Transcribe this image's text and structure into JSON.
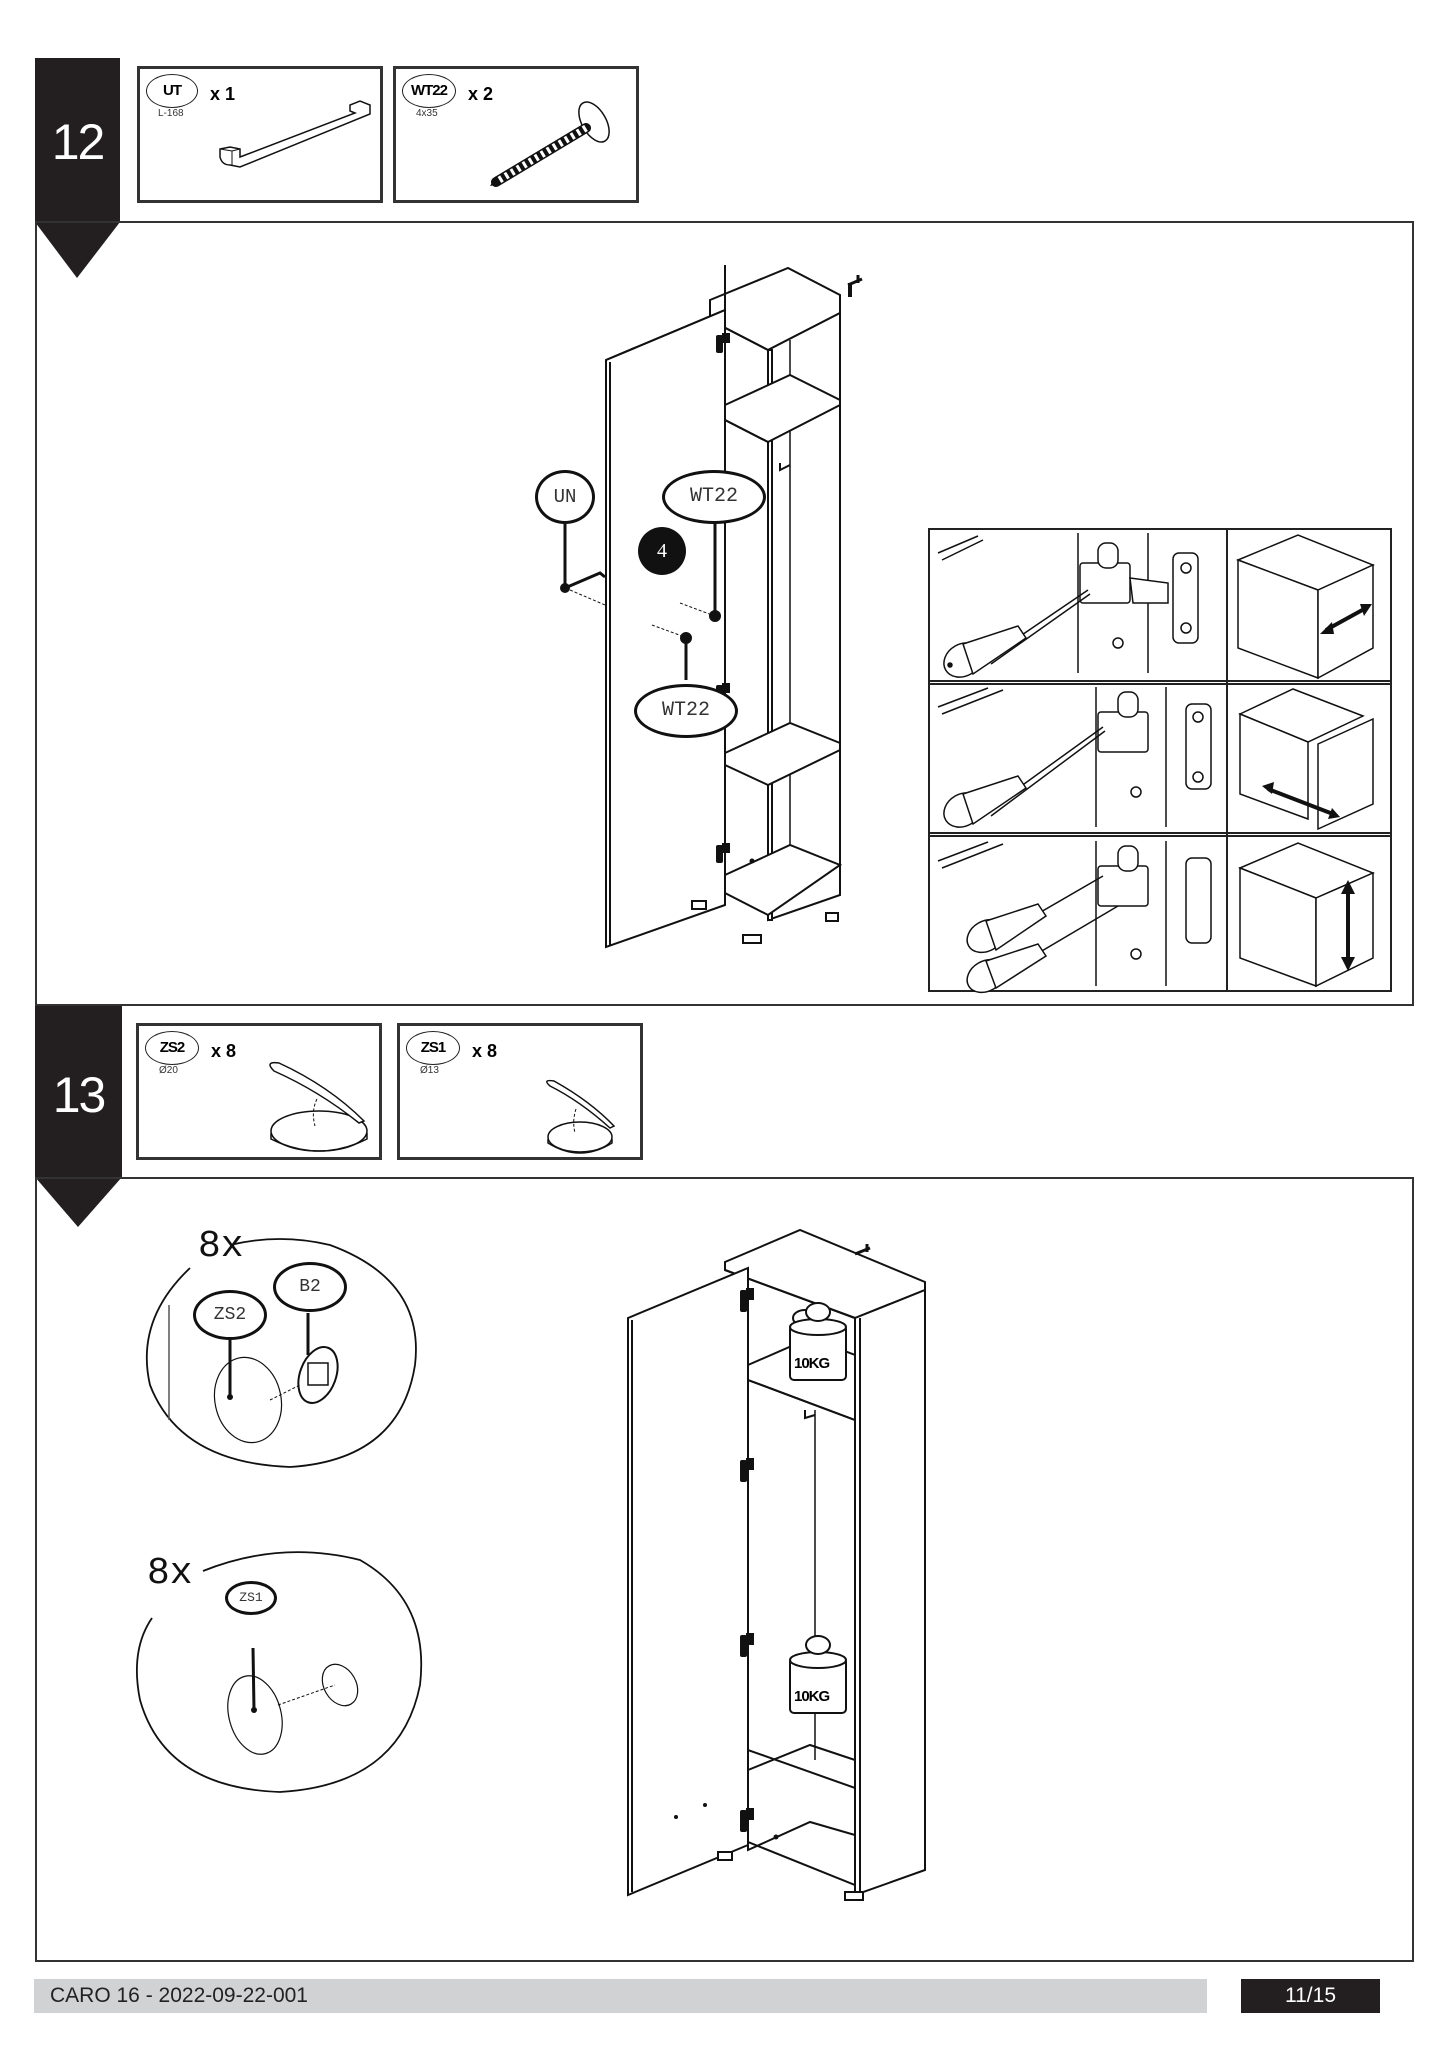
{
  "steps": [
    {
      "number": "12",
      "parts": [
        {
          "id": "UT",
          "spec": "L-168",
          "qty": "x 1",
          "icon": "handle-icon"
        },
        {
          "id": "WT22",
          "spec": "4x35",
          "qty": "x 2",
          "icon": "screw-icon"
        }
      ],
      "callouts": {
        "handle": "UN",
        "screw_top": "WT22",
        "screw_bottom": "WT22",
        "badge": "4"
      },
      "hinge_adjustment": [
        {
          "direction": "horizontal",
          "icon": "double-arrow-horizontal-icon"
        },
        {
          "direction": "depth",
          "icon": "double-arrow-diagonal-icon"
        },
        {
          "direction": "vertical",
          "icon": "double-arrow-vertical-icon"
        }
      ]
    },
    {
      "number": "13",
      "parts": [
        {
          "id": "ZS2",
          "spec": "Ø20",
          "qty": "x 8",
          "icon": "cover-cap-icon"
        },
        {
          "id": "ZS1",
          "spec": "Ø13",
          "qty": "x 8",
          "icon": "cover-cap-icon"
        }
      ],
      "details": [
        {
          "multiplier": "8x",
          "labels": [
            "ZS2",
            "B2"
          ]
        },
        {
          "multiplier": "8x",
          "labels": [
            "ZS1"
          ]
        }
      ],
      "weights": [
        "10KG",
        "10KG"
      ]
    }
  ],
  "footer": {
    "document": "CARO 16 - 2022-09-22-001",
    "page": "11/15"
  },
  "colors": {
    "tag": "#231f20",
    "footer_bar": "#d1d2d4",
    "line": "#111111"
  }
}
